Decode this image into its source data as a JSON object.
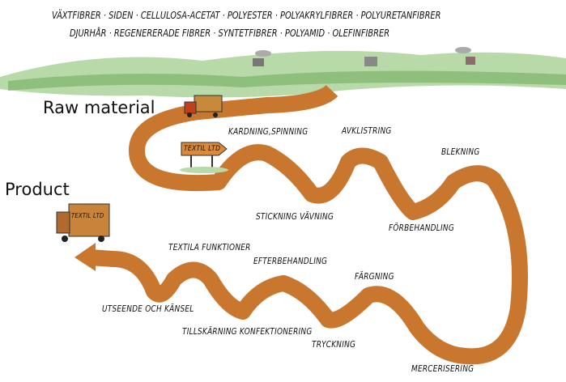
{
  "fibers": {
    "line1": "VÄXTFIBRER · SIDEN · CELLULOSA-ACETAT ·  POLYESTER · POLYAKRYLFIBRER · POLYURETANFIBRER",
    "line2": "DJURHÅR · REGENERERADE FIBRER · SYNTETFIBRER · POLYAMID · OLEFINFIBRER"
  },
  "raw_material": "Raw material",
  "product": "Product",
  "sign": "TEXTIL LTD",
  "truck_label": "TEXTIL LTD",
  "steps": {
    "kardning": "KARDNING,SPINNING",
    "avklistring": "AVKLISTRING",
    "blekning": "BLEKNING",
    "stickning": "STICKNING VÄVNING",
    "forbehandling": "FÖRBEHANDLING",
    "textila": "TEXTILA FUNKTIONER",
    "efterbehandling": "EFTERBEHANDLING",
    "fargning": "FÄRGNING",
    "utseende": "UTSEENDE OCH KÄNSEL",
    "tillskarning": "TILLSKÄRNING KONFEKTIONERING",
    "tryckning": "TRYCKNING",
    "mercerisering": "MERCERISERING"
  },
  "colors": {
    "ribbon": "#c9772e",
    "ribbon_dark": "#6b3a24",
    "grass": "#9fc98a"
  }
}
